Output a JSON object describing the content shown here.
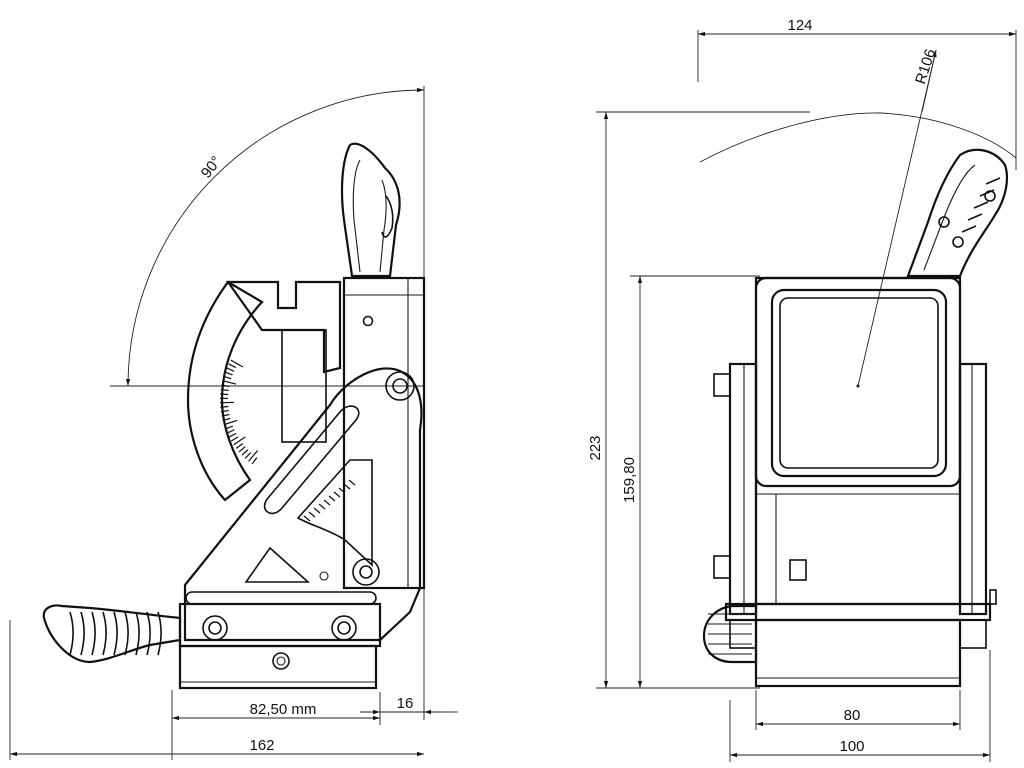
{
  "dimensions": {
    "angle": "90°",
    "offset_bottom": "82,50 mm",
    "right_gap": "16",
    "total_width_left": "162",
    "top_width": "124",
    "radius": "R106",
    "total_height": "223",
    "body_height": "159,80",
    "base_width": "80",
    "total_width_right": "100"
  },
  "colors": {
    "line": "#111111",
    "background": "#ffffff"
  }
}
